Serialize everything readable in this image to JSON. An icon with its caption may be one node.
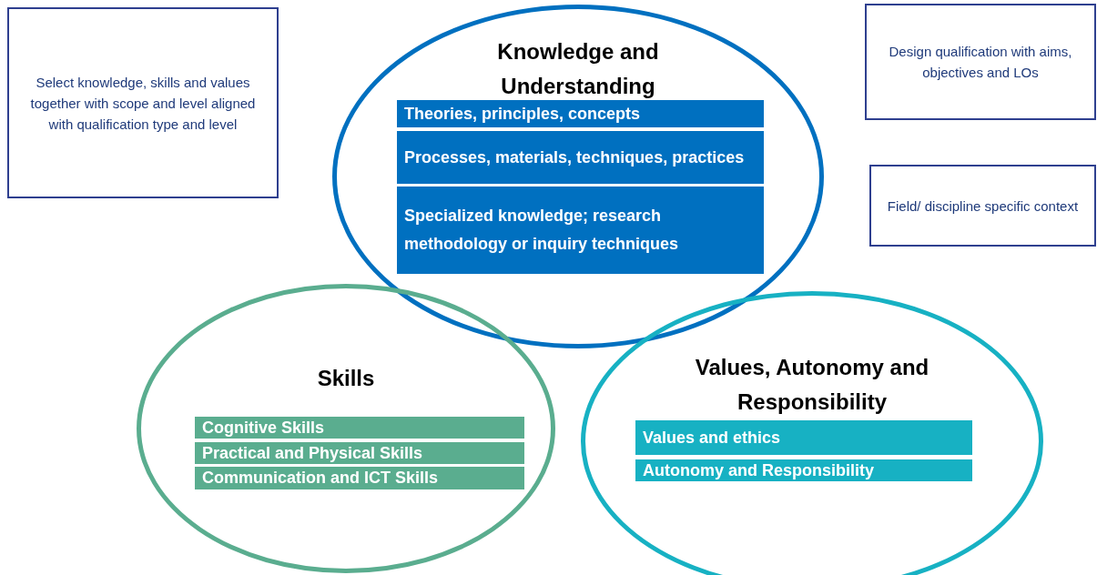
{
  "diagram": {
    "nodes": [
      {
        "text": [
          "Select knowledge, skills and values together with scope and level aligned with qualification type and level"
        ]
      },
      {
        "text": [
          "Knowledge and Understanding"
        ]
      },
      {
        "text": [
          "Theories, principles, concepts"
        ],
        "in": 1
      },
      {
        "text": [
          "Processes, materials, techniques, practices"
        ],
        "in": 1
      },
      {
        "text": [
          "Specialized knowledge; research methodology or inquiry techniques"
        ],
        "in": 1
      },
      {
        "text": [
          "Design qualification with aims, objectives and LOs"
        ]
      },
      {
        "text": [
          "Field/ discipline specific context"
        ]
      },
      {
        "text": [
          "Skills"
        ]
      },
      {
        "text": [
          "Cognitive Skills"
        ],
        "in": 7
      },
      {
        "text": [
          "Practical and Physical Skills"
        ],
        "in": 7
      },
      {
        "text": [
          "Communication and ICT Skills"
        ],
        "in": 7
      },
      {
        "text": [
          "Values, Autonomy and Responsibility"
        ]
      },
      {
        "text": [
          "Values and ethics"
        ],
        "in": 11
      },
      {
        "text": [
          "Autonomy and Responsibility"
        ],
        "in": 11
      }
    ]
  }
}
